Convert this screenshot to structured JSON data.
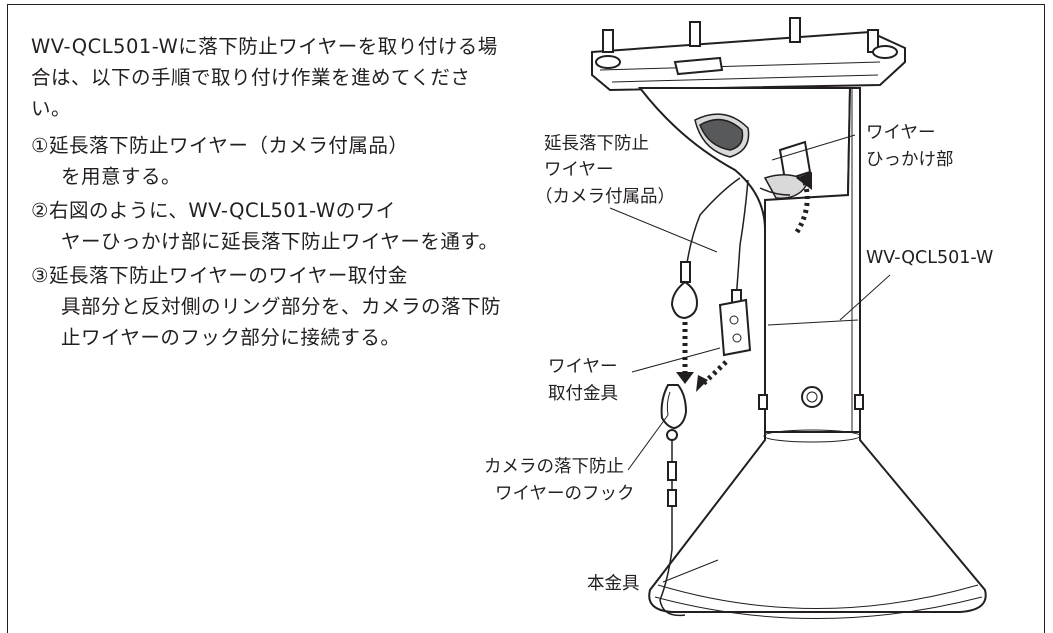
{
  "intro_text": "WV-QCL501-Wに落下防止ワイヤーを取り付ける場合は、以下の手順で取り付け作業を進めてください。",
  "steps": [
    {
      "marker": "①",
      "first": "延長落下防止ワイヤー（カメラ付属品）",
      "rest": "を用意する。"
    },
    {
      "marker": "②",
      "first": "右図のように、WV-QCL501-Wのワイ",
      "rest": "ヤーひっかけ部に延長落下防止ワイヤーを通す。"
    },
    {
      "marker": "③",
      "first": "延長落下防止ワイヤーのワイヤー取付金",
      "rest": "具部分と反対側のリング部分を、カメラの落下防止ワイヤーのフック部分に接続する。"
    }
  ],
  "labels": {
    "extension_wire": [
      "延長落下防止",
      "ワイヤー",
      "（カメラ付属品）"
    ],
    "wire_hook": [
      "ワイヤー",
      "ひっかけ部"
    ],
    "model": "WV-QCL501-W",
    "wire_fitting": [
      "ワイヤー",
      "取付金具"
    ],
    "camera_hook": [
      "カメラの落下防止",
      "ワイヤーのフック"
    ],
    "main_fitting": "本金具"
  }
}
